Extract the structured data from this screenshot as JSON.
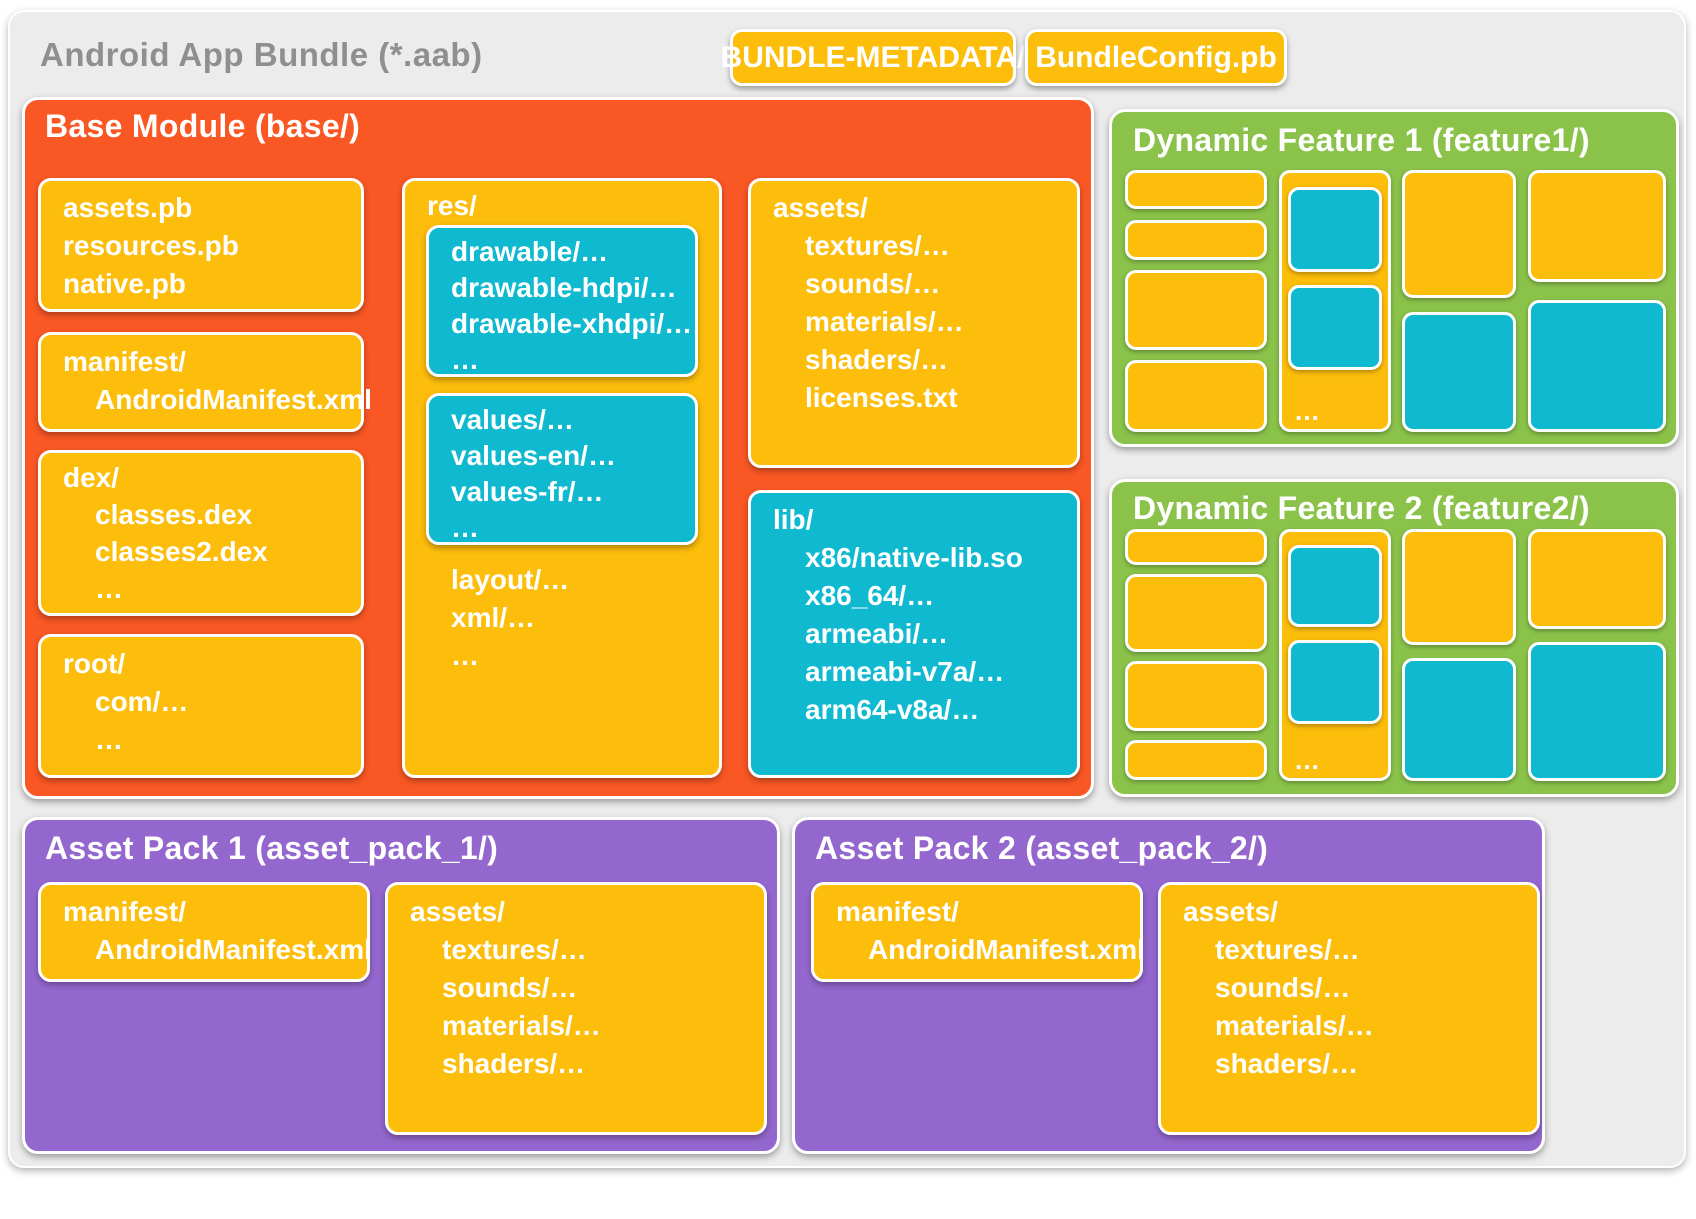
{
  "colors": {
    "background": "#ececec",
    "orange": "#f95724",
    "yellow": "#fcbd0b",
    "cyan": "#0fb9cf",
    "green": "#8bc34a",
    "purple": "#9467ce",
    "title_gray": "#8f8f8f",
    "text": "#ffffff"
  },
  "bundle": {
    "title": "Android App Bundle (*.aab)",
    "metadata_chip": "BUNDLE-METADATA/",
    "config_chip": "BundleConfig.pb"
  },
  "base_module": {
    "title": "Base Module (base/)",
    "protos": [
      "assets.pb",
      "resources.pb",
      "native.pb"
    ],
    "manifest": [
      "manifest/",
      "AndroidManifest.xml"
    ],
    "dex": [
      "dex/",
      "classes.dex",
      "classes2.dex",
      "…"
    ],
    "root": [
      "root/",
      "com/…",
      "…"
    ],
    "res": {
      "label": "res/",
      "drawables": [
        "drawable/…",
        "drawable-hdpi/…",
        "drawable-xhdpi/…",
        "…"
      ],
      "values": [
        "values/…",
        "values-en/…",
        "values-fr/…",
        "…"
      ],
      "others": [
        "layout/…",
        "xml/…",
        "…"
      ]
    },
    "assets": [
      "assets/",
      "textures/…",
      "sounds/…",
      "materials/…",
      "shaders/…",
      "licenses.txt"
    ],
    "lib": [
      "lib/",
      "x86/native-lib.so",
      "x86_64/…",
      "armeabi/…",
      "armeabi-v7a/…",
      "arm64-v8a/…"
    ]
  },
  "feature1": {
    "title": "Dynamic Feature 1 (feature1/)",
    "ellipsis": "…"
  },
  "feature2": {
    "title": "Dynamic Feature 2 (feature2/)",
    "ellipsis": "…"
  },
  "asset_pack_1": {
    "title": "Asset Pack 1 (asset_pack_1/)",
    "manifest": [
      "manifest/",
      "AndroidManifest.xml"
    ],
    "assets": [
      "assets/",
      "textures/…",
      "sounds/…",
      "materials/…",
      "shaders/…"
    ]
  },
  "asset_pack_2": {
    "title": "Asset Pack 2 (asset_pack_2/)",
    "manifest": [
      "manifest/",
      "AndroidManifest.xml"
    ],
    "assets": [
      "assets/",
      "textures/…",
      "sounds/…",
      "materials/…",
      "shaders/…"
    ]
  }
}
